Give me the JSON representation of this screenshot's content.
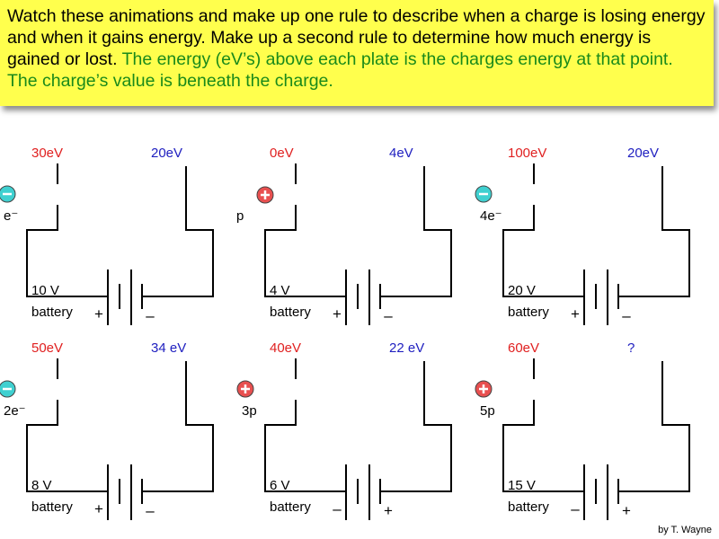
{
  "instructions": {
    "part1": "Watch these animations and make up one rule to describe when a charge is losing energy and when it gains energy. Make up a second rule to determine how much energy is gained or lost. ",
    "part2": "The energy (eV’s) above each plate is the charges energy at that point. The charge’s value is beneath the charge."
  },
  "credit": "by T. Wayne",
  "colors": {
    "left_energy": "#e02020",
    "right_energy": "#2020c0",
    "negative_charge": "#3fd0d0",
    "positive_charge": "#e85050",
    "banner": "#ffff4d"
  },
  "battery_label": "battery",
  "circuits": [
    {
      "left_energy": "30eV",
      "right_energy": "20eV",
      "charge_sign": "negative",
      "charge_label": "e⁻",
      "voltage": "10 V",
      "left_terminal": "+",
      "right_terminal": "–"
    },
    {
      "left_energy": "0eV",
      "right_energy": "4eV",
      "charge_sign": "positive",
      "charge_label": "p",
      "voltage": "4 V",
      "left_terminal": "+",
      "right_terminal": "–"
    },
    {
      "left_energy": "100eV",
      "right_energy": "20eV",
      "charge_sign": "negative",
      "charge_label": "4e⁻",
      "voltage": "20 V",
      "left_terminal": "+",
      "right_terminal": "–"
    },
    {
      "left_energy": "50eV",
      "right_energy": "34 eV",
      "charge_sign": "negative",
      "charge_label": "2e⁻",
      "voltage": "8 V",
      "left_terminal": "+",
      "right_terminal": "–"
    },
    {
      "left_energy": "40eV",
      "right_energy": "22 eV",
      "charge_sign": "positive",
      "charge_label": "3p",
      "voltage": "6 V",
      "left_terminal": "–",
      "right_terminal": "+"
    },
    {
      "left_energy": "60eV",
      "right_energy": "?",
      "charge_sign": "positive",
      "charge_label": "5p",
      "voltage": "15 V",
      "left_terminal": "–",
      "right_terminal": "+"
    }
  ]
}
